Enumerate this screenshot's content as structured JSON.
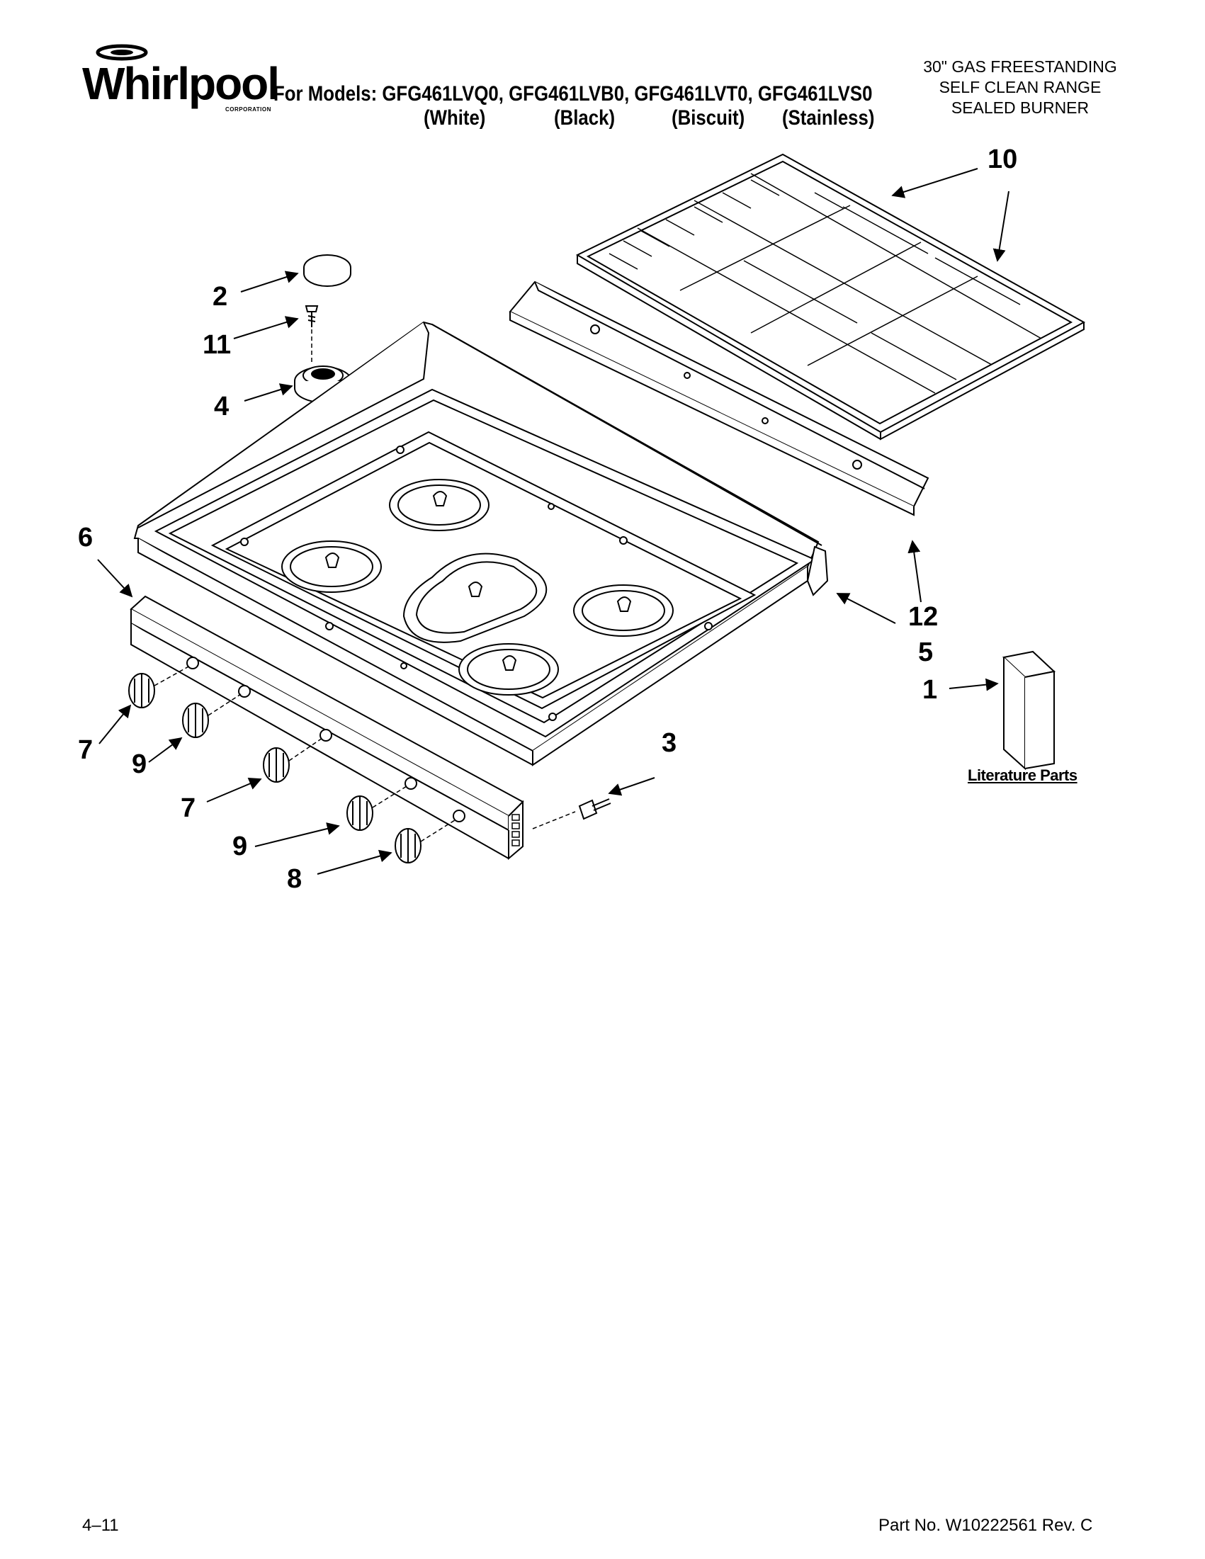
{
  "brand": {
    "name": "Whirlpool",
    "corporation_label": "CORPORATION"
  },
  "header": {
    "models_line": "For Models: GFG461LVQ0, GFG461LVB0, GFG461LVT0, GFG461LVS0",
    "finishes": [
      "(White)",
      "(Black)",
      "(Biscuit)",
      "(Stainless)"
    ],
    "description_lines": [
      "30\" GAS FREESTANDING",
      "SELF CLEAN RANGE",
      "SEALED BURNER"
    ]
  },
  "callouts": {
    "c1": "1",
    "c2": "2",
    "c3": "3",
    "c4": "4",
    "c5": "5",
    "c6": "6",
    "c7a": "7",
    "c7b": "7",
    "c8": "8",
    "c9a": "9",
    "c9b": "9",
    "c10": "10",
    "c11": "11",
    "c12": "12"
  },
  "literature_label": "Literature Parts",
  "footer": {
    "page": "4–11",
    "part_no": "Part No. W10222561 Rev. C"
  }
}
